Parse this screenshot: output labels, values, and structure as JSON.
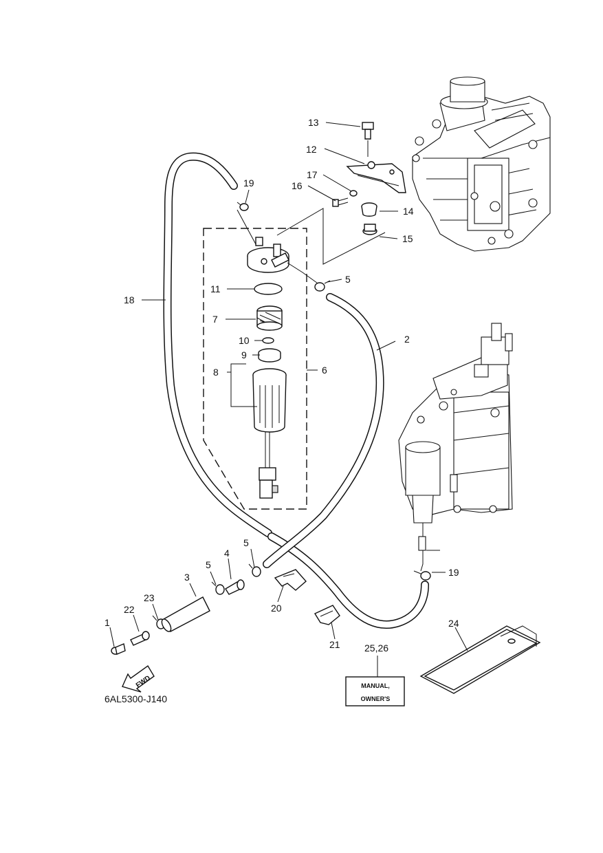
{
  "diagram": {
    "code": "6AL5300-J140",
    "fwd_label": "FWD",
    "manual_box": {
      "line1": "MANUAL,",
      "line2": "OWNER'S"
    },
    "callouts": {
      "p1": "1",
      "p2": "2",
      "p3": "3",
      "p4": "4",
      "p5a": "5",
      "p5b": "5",
      "p5c": "5",
      "p6": "6",
      "p7": "7",
      "p8": "8",
      "p9": "9",
      "p10": "10",
      "p11": "11",
      "p12": "12",
      "p13": "13",
      "p14": "14",
      "p15": "15",
      "p16": "16",
      "p17": "17",
      "p18": "18",
      "p19a": "19",
      "p19b": "19",
      "p20": "20",
      "p21": "21",
      "p22": "22",
      "p23": "23",
      "p24": "24",
      "p2526": "25,26"
    }
  }
}
